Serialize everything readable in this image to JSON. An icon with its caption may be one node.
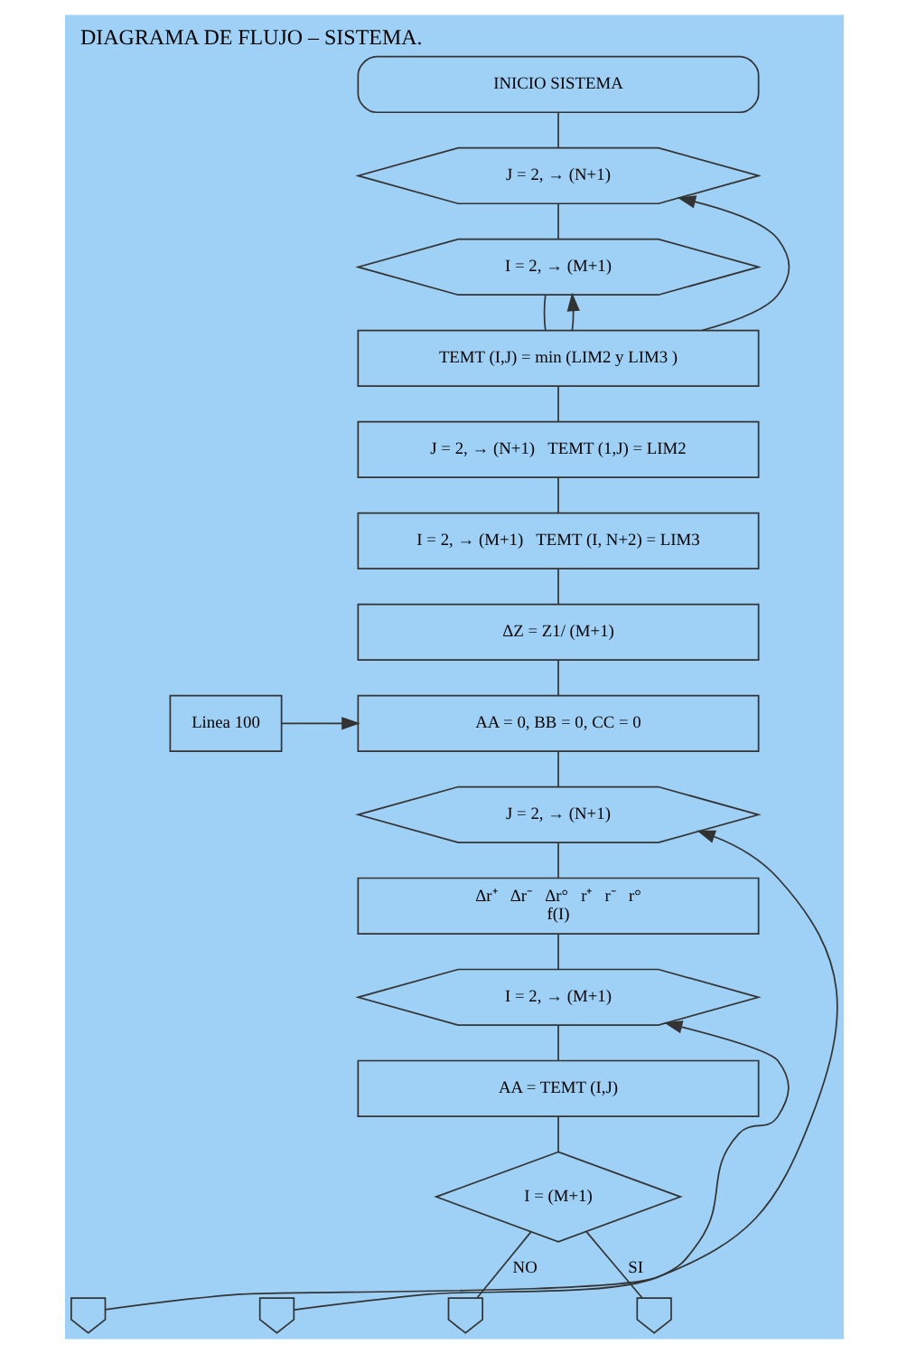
{
  "diagram": {
    "title": "DIAGRAMA DE FLUJO – SISTEMA.",
    "nodes": [
      {
        "text": [
          "INICIO SISTEMA"
        ]
      },
      {
        "text": [
          "J = 2, → (N+1)"
        ]
      },
      {
        "text": [
          "I = 2, → (M+1)"
        ]
      },
      {
        "text": [
          "TEMT (I,J) = min (LIM2 y LIM3 )"
        ]
      },
      {
        "text": [
          "J = 2, → (N+1)   TEMT (1,J) = LIM2"
        ]
      },
      {
        "text": [
          "I = 2, → (M+1)   TEMT (I, N+2) = LIM3"
        ]
      },
      {
        "text": [
          "ΔZ = Z1/ (M+1)"
        ]
      },
      {
        "text": [
          "Linea 100"
        ]
      },
      {
        "text": [
          "AA = 0, BB = 0, CC = 0"
        ]
      },
      {
        "text": [
          "J = 2, → (N+1)"
        ]
      },
      {
        "text": [
          "Δr⁺   Δr⁻   Δr°   r⁺   r⁻   r°",
          "f(I)"
        ]
      },
      {
        "text": [
          "I = 2, → (M+1)"
        ]
      },
      {
        "text": [
          "AA = TEMT (I,J)"
        ]
      },
      {
        "text": [
          "I = (M+1)"
        ]
      },
      {
        "text": [],
        "shape": "pentagon"
      },
      {
        "text": [],
        "shape": "pentagon"
      },
      {
        "text": [],
        "shape": "pentagon"
      },
      {
        "text": [],
        "shape": "pentagon"
      }
    ],
    "edges": [
      {
        "from": 0,
        "to": 1,
        "arrow": "none"
      },
      {
        "from": 1,
        "to": 2,
        "arrow": "none"
      },
      {
        "from": 2,
        "to": 3,
        "arrow": "none"
      },
      {
        "from": 3,
        "to": 2,
        "arrow": "to"
      },
      {
        "from": 3,
        "to": 1,
        "arrow": "to"
      },
      {
        "from": 3,
        "to": 4,
        "arrow": "none"
      },
      {
        "from": 4,
        "to": 5,
        "arrow": "none"
      },
      {
        "from": 5,
        "to": 6,
        "arrow": "none"
      },
      {
        "from": 6,
        "to": 8,
        "arrow": "none"
      },
      {
        "from": 7,
        "to": 8,
        "arrow": "to"
      },
      {
        "from": 8,
        "to": 9,
        "arrow": "none"
      },
      {
        "from": 9,
        "to": 10,
        "arrow": "none"
      },
      {
        "from": 10,
        "to": 11,
        "arrow": "none"
      },
      {
        "from": 11,
        "to": 12,
        "arrow": "none"
      },
      {
        "from": 12,
        "to": 13,
        "arrow": "none"
      },
      {
        "from": 13,
        "to": 16,
        "label": "NO",
        "arrow": "none"
      },
      {
        "from": 13,
        "to": 17,
        "label": "SI",
        "arrow": "none"
      },
      {
        "from": 14,
        "to": 9,
        "arrow": "to"
      },
      {
        "from": 15,
        "to": 11,
        "arrow": "to"
      }
    ]
  }
}
